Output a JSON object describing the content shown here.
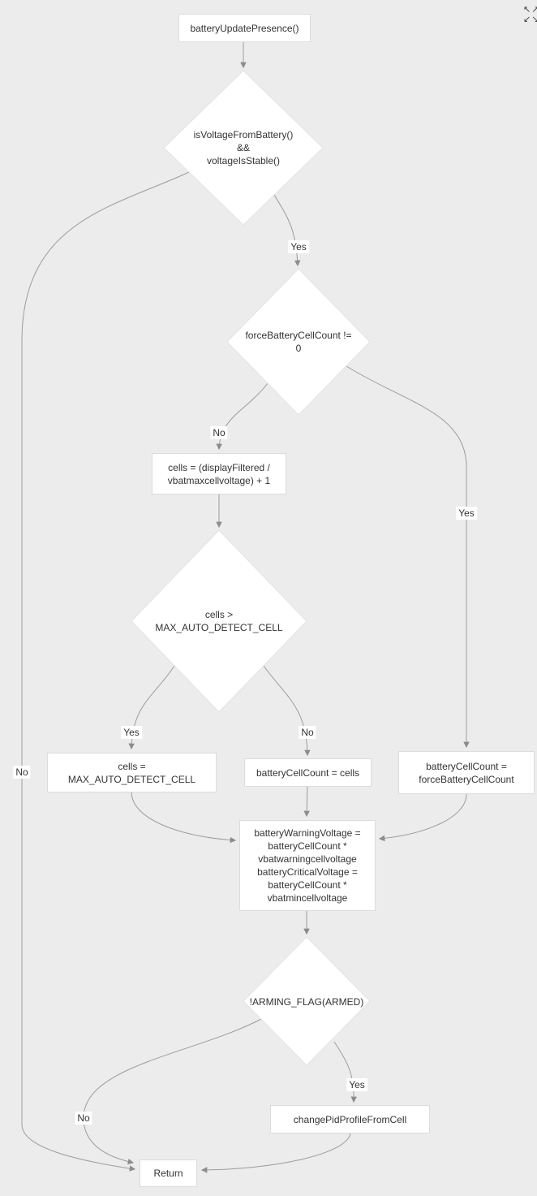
{
  "canvas": {
    "background_color": "#ececec",
    "node_fill": "#ffffff",
    "node_border": "#dcdcdc",
    "edge_color": "#9c9c9c",
    "arrow_color": "#8c8c8c",
    "text_color": "#333333"
  },
  "controls": {
    "expand_icon_row1": "↖↗",
    "expand_icon_row2": "↙↘"
  },
  "flowchart": {
    "nodes": [
      {
        "id": "start",
        "type": "process",
        "label": "batteryUpdatePresence()"
      },
      {
        "id": "check-voltage-stable",
        "type": "decision",
        "label": "isVoltageFromBattery()\n&&\nvoltageIsStable()"
      },
      {
        "id": "check-force-cell-count",
        "type": "decision",
        "label": "forceBatteryCellCount !=\n0"
      },
      {
        "id": "calc-cells",
        "type": "process",
        "label": "cells = (displayFiltered /\nvbatmaxcellvoltage) + 1"
      },
      {
        "id": "check-max-auto-detect",
        "type": "decision",
        "label": "cells >\nMAX_AUTO_DETECT_CELL"
      },
      {
        "id": "clamp-cells",
        "type": "process",
        "label": "cells =\nMAX_AUTO_DETECT_CELL"
      },
      {
        "id": "set-cell-count-from-cells",
        "type": "process",
        "label": "batteryCellCount = cells"
      },
      {
        "id": "set-cell-count-forced",
        "type": "process",
        "label": "batteryCellCount =\nforceBatteryCellCount"
      },
      {
        "id": "calc-warning-voltages",
        "type": "process",
        "label": "batteryWarningVoltage =\nbatteryCellCount *\nvbatwarningcellvoltage\nbatteryCriticalVoltage =\nbatteryCellCount *\nvbatmincellvoltage"
      },
      {
        "id": "check-not-armed",
        "type": "decision",
        "label": "!ARMING_FLAG(ARMED)"
      },
      {
        "id": "change-pid-profile",
        "type": "process",
        "label": "changePidProfileFromCell"
      },
      {
        "id": "return",
        "type": "terminator",
        "label": "Return"
      }
    ],
    "edge_labels": [
      {
        "id": "voltage-stable-yes",
        "label": "Yes"
      },
      {
        "id": "voltage-stable-no",
        "label": "No"
      },
      {
        "id": "force-cell-count-no",
        "label": "No"
      },
      {
        "id": "force-cell-count-yes",
        "label": "Yes"
      },
      {
        "id": "max-auto-detect-yes",
        "label": "Yes"
      },
      {
        "id": "max-auto-detect-no",
        "label": "No"
      },
      {
        "id": "not-armed-yes",
        "label": "Yes"
      },
      {
        "id": "not-armed-no",
        "label": "No"
      }
    ]
  }
}
